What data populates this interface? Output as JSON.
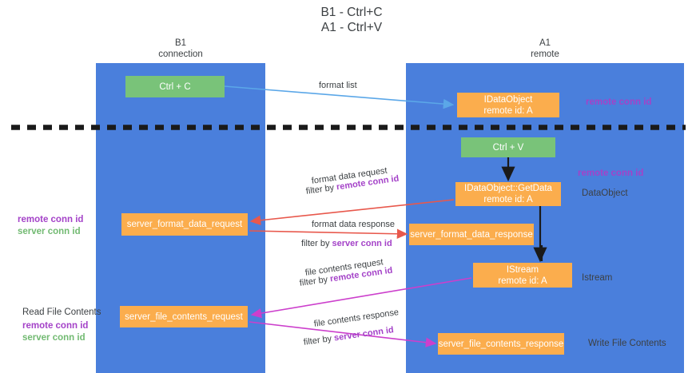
{
  "title": "B1 - Ctrl+C\nA1 - Ctrl+V",
  "lanes": {
    "left": {
      "name": "B1",
      "sub": "connection",
      "color": "#4a7fdc"
    },
    "right": {
      "name": "A1",
      "sub": "remote",
      "color": "#4a7fdc"
    }
  },
  "colors": {
    "lane": "#4a7fdc",
    "green_box": "#79c379",
    "orange_box": "#fbad4d",
    "purple_text": "#a442c8",
    "green_text": "#72ba72",
    "blue_arrow": "#5ba7e8",
    "red_arrow": "#e8584c",
    "magenta_arrow": "#cc3fcc",
    "black_arrow": "#1a1a1a",
    "text": "#3c4043"
  },
  "boxes": {
    "ctrl_c": {
      "l1": "Ctrl + C",
      "l2": ""
    },
    "idataobject": {
      "l1": "IDataObject",
      "l2": "remote id: A"
    },
    "ctrl_v": {
      "l1": "Ctrl + V",
      "l2": ""
    },
    "getdata": {
      "l1": "IDataObject::GetData",
      "l2": "remote id: A"
    },
    "server_format_data_request": {
      "l1": "server_format_data_request",
      "l2": ""
    },
    "server_format_data_response": {
      "l1": "server_format_data_response",
      "l2": ""
    },
    "istream": {
      "l1": "IStream",
      "l2": "remote id: A"
    },
    "server_file_contents_request": {
      "l1": "server_file_contents_request",
      "l2": ""
    },
    "server_file_contents_response": {
      "l1": "server_file_contents_response",
      "l2": ""
    }
  },
  "arrow_labels": {
    "format_list": "format list",
    "format_data_request": "format data request",
    "format_data_request_filter_prefix": "filter by ",
    "format_data_request_filter_key": "remote conn id",
    "format_data_response": "format data response",
    "format_data_response_filter_prefix": "filter by ",
    "format_data_response_filter_key": "server conn id",
    "file_contents_request": "file contents request",
    "file_contents_request_filter_prefix": "filter by ",
    "file_contents_request_filter_key": "remote conn id",
    "file_contents_response": "file contents response",
    "file_contents_response_filter_prefix": "filter by ",
    "file_contents_response_filter_key": "server conn id"
  },
  "annotations": {
    "right_remote_conn_id_1": "remote conn id",
    "right_remote_conn_id_2": "remote conn id",
    "dataobject": "DataObject",
    "istream": "Istream",
    "write_file_contents": "Write File Contents",
    "left_remote_conn_id": "remote conn id",
    "left_server_conn_id": "server conn id",
    "read_file_contents": "Read File Contents",
    "left_remote_conn_id_2": "remote conn id",
    "left_server_conn_id_2": "server conn id"
  }
}
